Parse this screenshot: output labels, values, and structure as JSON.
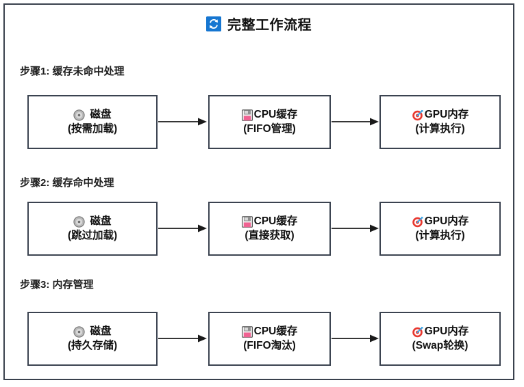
{
  "header": {
    "title": "完整工作流程",
    "icon": "sync-refresh-icon",
    "icon_color": "#1676d1"
  },
  "colors": {
    "frame_border": "#39414d",
    "box_border": "#3b4350",
    "arrow": "#1a1a1a",
    "text": "#111111",
    "background": "#ffffff",
    "accent_blue": "#1676d1",
    "disc_icon": "#9a9a9a",
    "floppy_icon": "#f0a0b8",
    "target_icon": "#e8382f"
  },
  "arrow_label": "flow-arrow",
  "steps": [
    {
      "label": "步骤1: 缓存未命中处理",
      "nodes": [
        {
          "icon": "optical-disc-icon",
          "title": "磁盘",
          "sub": "(按需加载)"
        },
        {
          "icon": "floppy-disk-icon",
          "title": "CPU缓存",
          "sub": "(FIFO管理)"
        },
        {
          "icon": "dart-target-icon",
          "title": "GPU内存",
          "sub": "(计算执行)"
        }
      ]
    },
    {
      "label": "步骤2: 缓存命中处理",
      "nodes": [
        {
          "icon": "optical-disc-icon",
          "title": "磁盘",
          "sub": "(跳过加载)"
        },
        {
          "icon": "floppy-disk-icon",
          "title": "CPU缓存",
          "sub": "(直接获取)"
        },
        {
          "icon": "dart-target-icon",
          "title": "GPU内存",
          "sub": "(计算执行)"
        }
      ]
    },
    {
      "label": "步骤3: 内存管理",
      "nodes": [
        {
          "icon": "optical-disc-icon",
          "title": "磁盘",
          "sub": "(持久存储)"
        },
        {
          "icon": "floppy-disk-icon",
          "title": "CPU缓存",
          "sub": "(FIFO淘汰)"
        },
        {
          "icon": "dart-target-icon",
          "title": "GPU内存",
          "sub": "(Swap轮换)"
        }
      ]
    }
  ]
}
